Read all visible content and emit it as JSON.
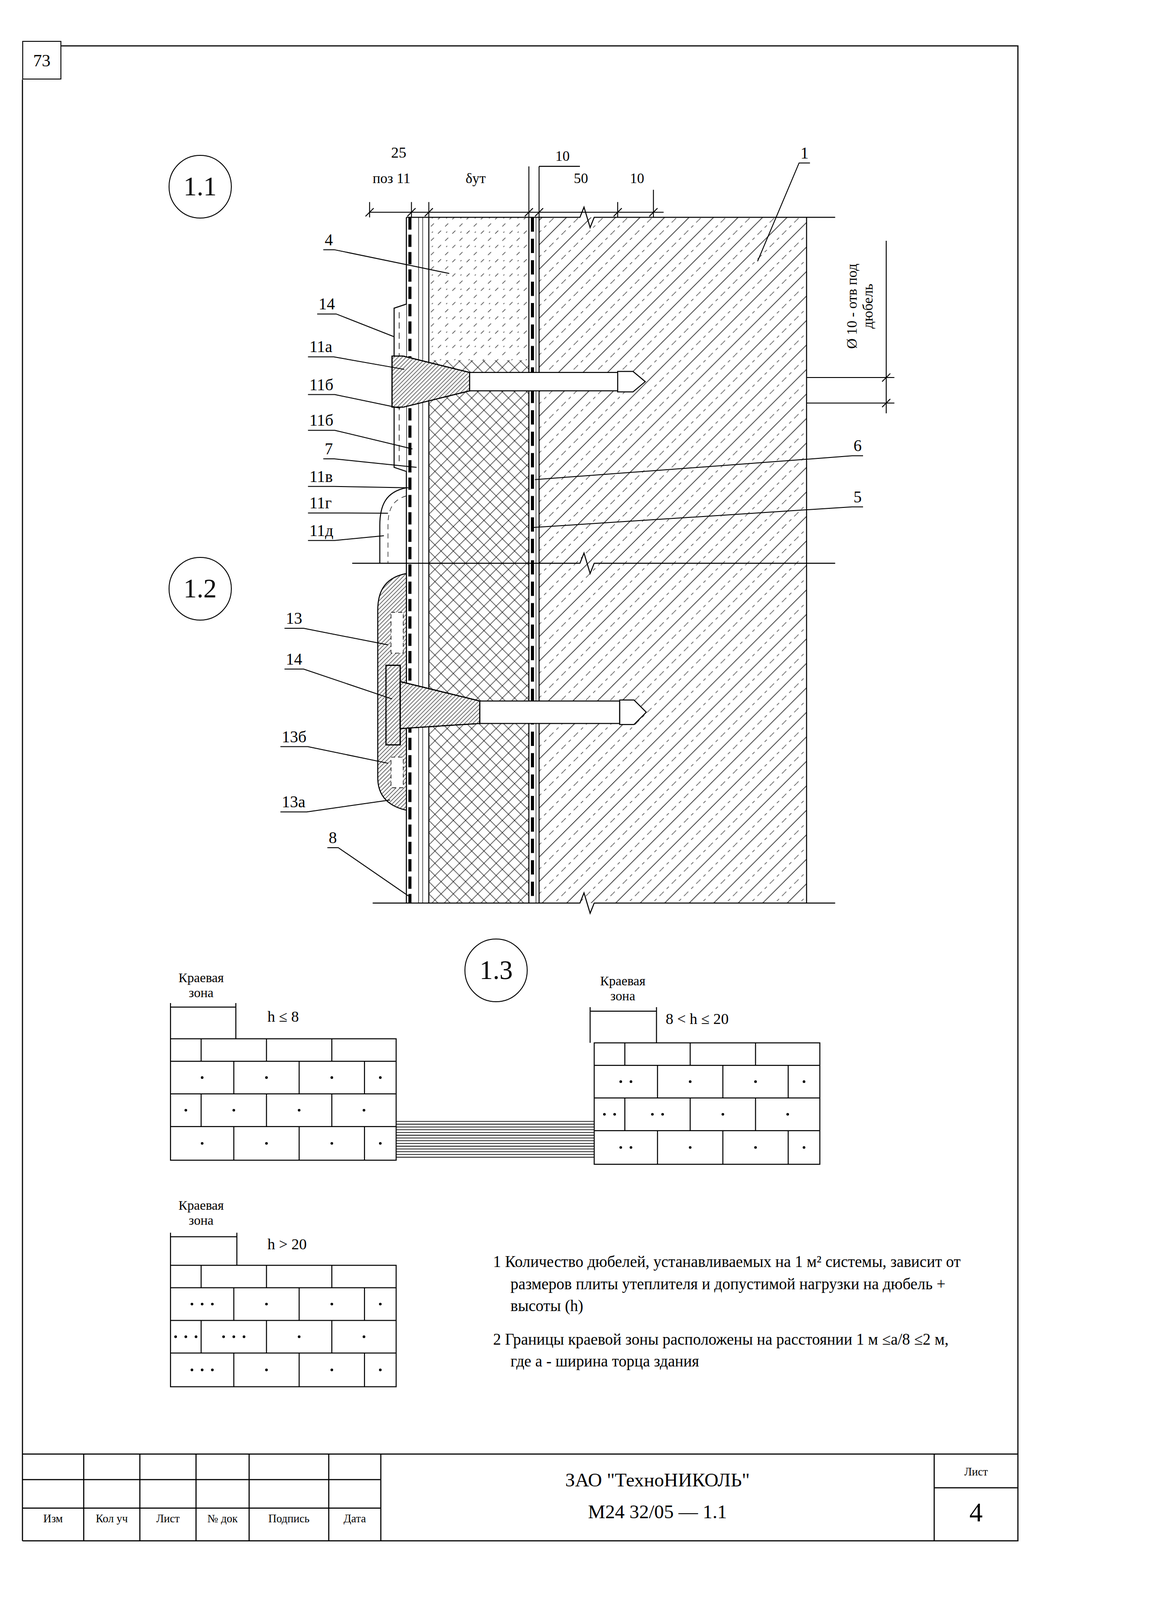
{
  "diagram": {
    "nodes": [
      {
        "text": [
          "73"
        ]
      },
      {
        "text": [
          "1.1"
        ]
      },
      {
        "text": [
          "1.2"
        ]
      },
      {
        "text": [
          "1.3"
        ]
      }
    ],
    "labels": [
      "25",
      "поз 11",
      "δут",
      "10",
      "50",
      "10",
      "1",
      "Ø 10 - отв под дюбель",
      "4",
      "14",
      "11а",
      "11б",
      "11б",
      "7",
      "11в",
      "11г",
      "11д",
      "6",
      "5",
      "13",
      "14",
      "13б",
      "13а",
      "8",
      "Краевая зона",
      "h ≤ 8",
      "Краевая зона",
      "8 < h ≤ 20",
      "Краевая зона",
      "h > 20",
      "1 Количество дюбелей, устанавливаемых на 1 м² системы, зависит от размеров плиты утеплителя и допустимой нагрузки на дюбель + высоты (h)",
      "2 Границы краевой зоны расположены на расстоянии 1 м ≤а/8 ≤2 м, где а - ширина торца здания",
      "Изм",
      "Кол уч",
      "Лист",
      "№ док",
      "Подпись",
      "Дата",
      "ЗАО \"ТехноНИКОЛЬ\"",
      "М24 32/05 — 1.1",
      "Лист",
      "4"
    ]
  }
}
